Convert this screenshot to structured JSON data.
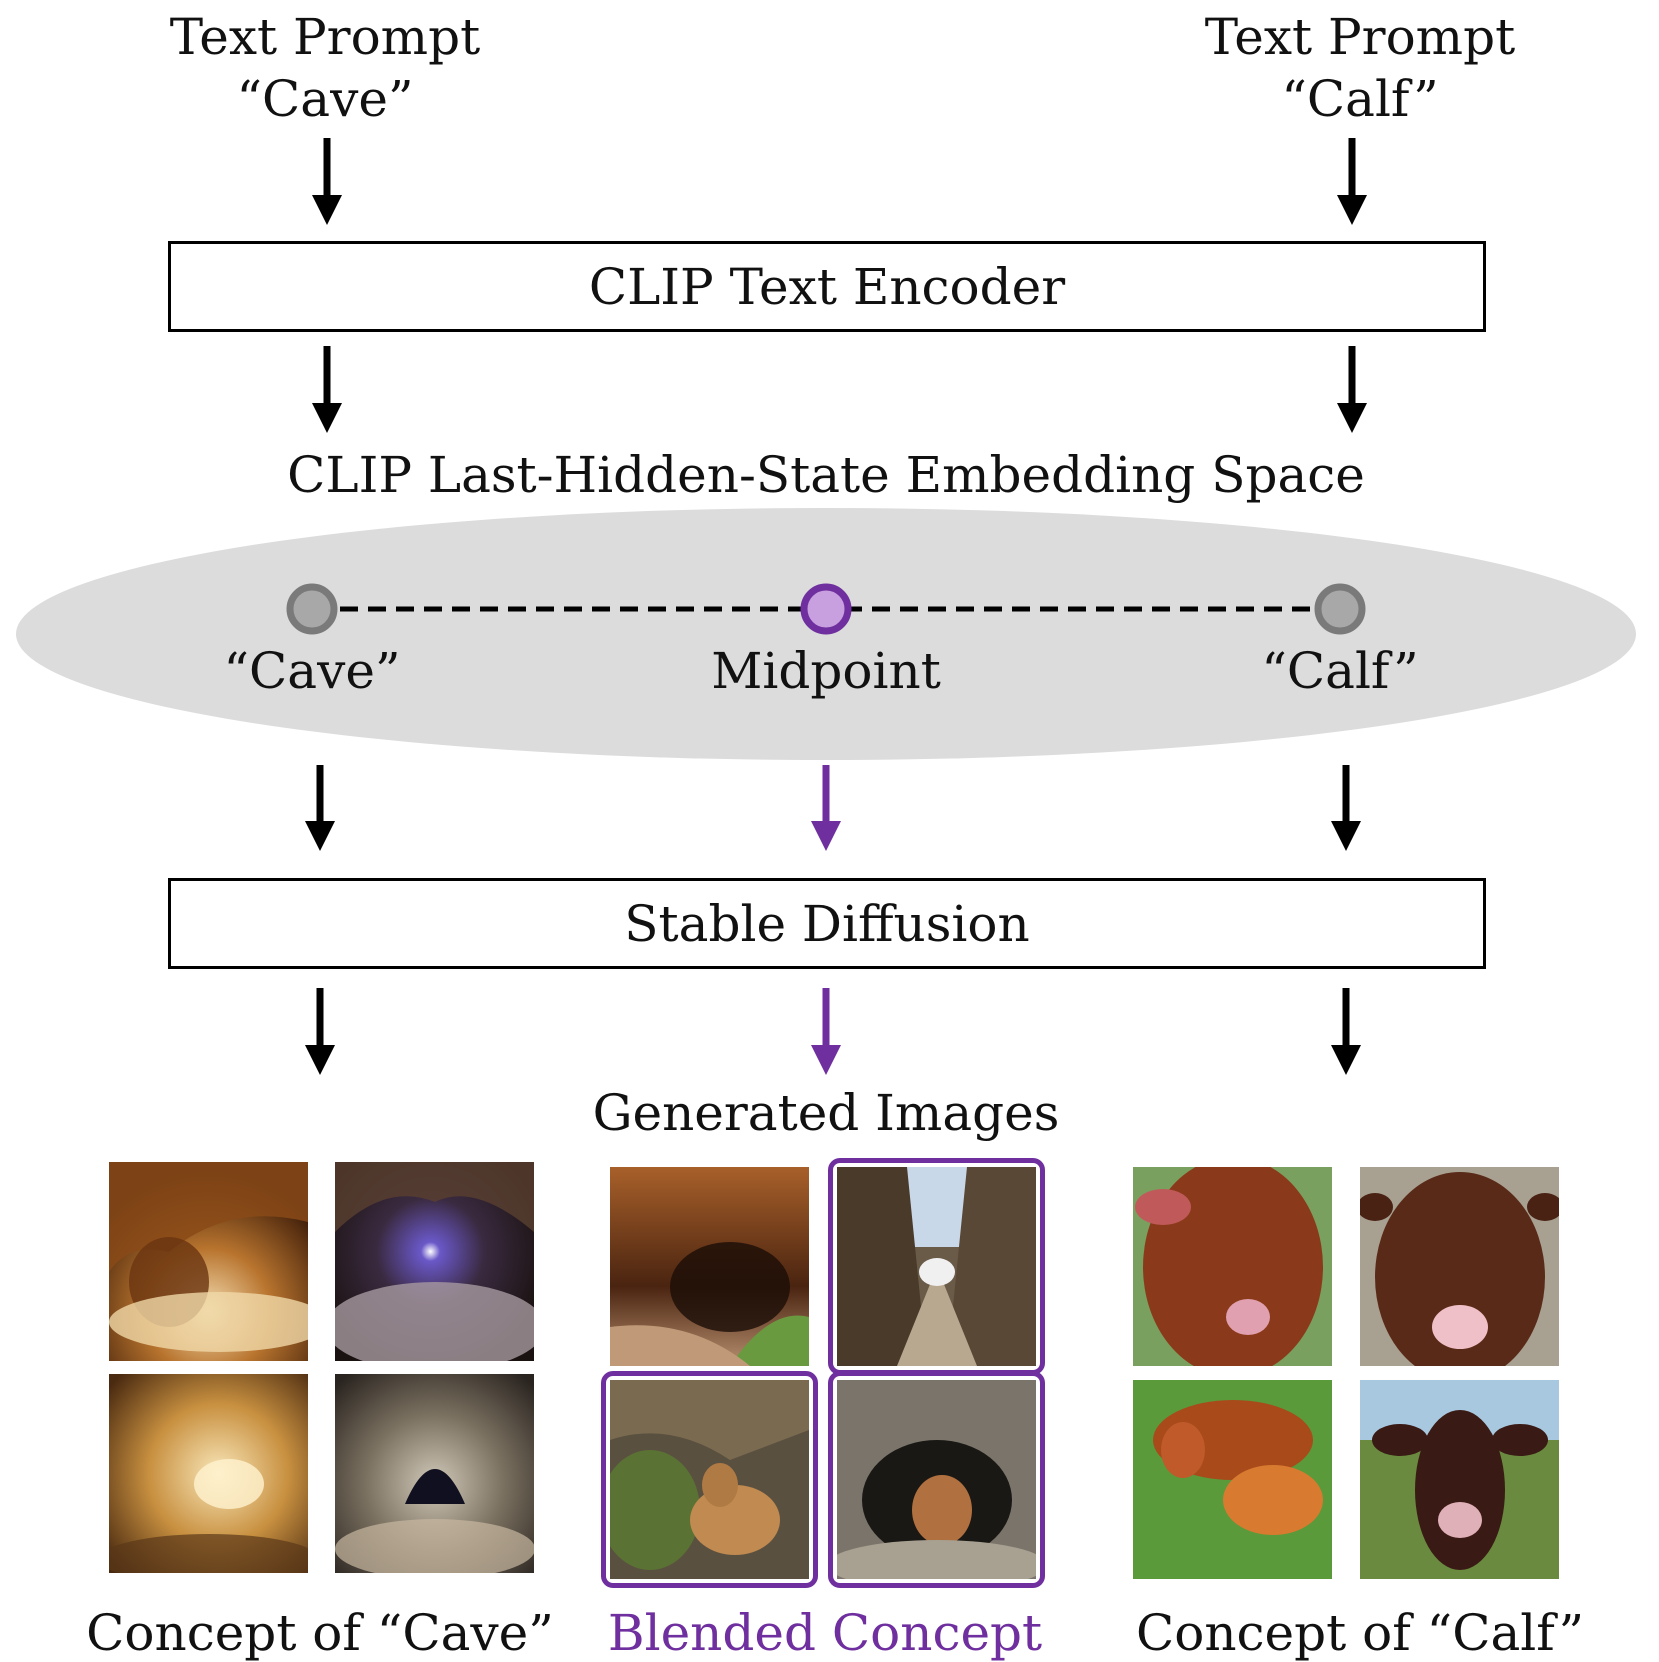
{
  "prompts": {
    "left_title": "Text Prompt",
    "left_value": "“Cave”",
    "right_title": "Text Prompt",
    "right_value": "“Calf”"
  },
  "encoder_label": "CLIP Text Encoder",
  "embedding_space_label": "CLIP Last-Hidden-State Embedding Space",
  "points": {
    "left": "“Cave”",
    "mid": "Midpoint",
    "right": "“Calf”"
  },
  "diffusion_label": "Stable Diffusion",
  "generated_label": "Generated Images",
  "captions": {
    "left": "Concept of “Cave”",
    "mid": "Blended Concept",
    "right": "Concept of “Calf”"
  },
  "colors": {
    "accent_purple": "#6f2f9f",
    "midpoint_fill": "#c8a0e0",
    "ellipse_gray": "#dcdcdc",
    "point_gray": "#8a8a8a"
  }
}
